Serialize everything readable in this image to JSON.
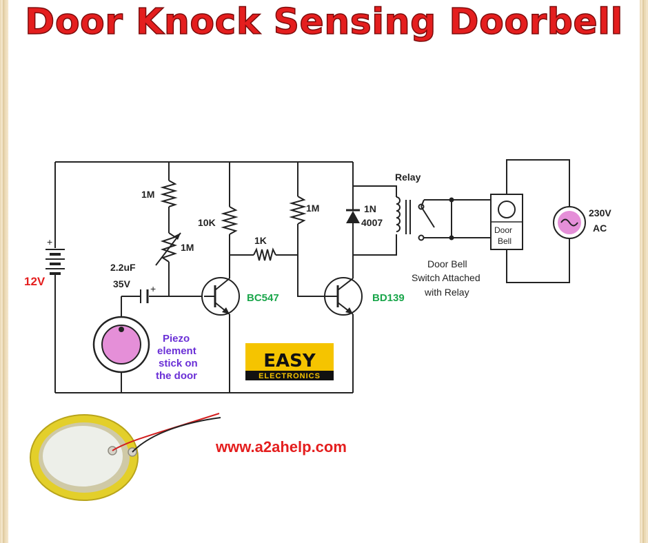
{
  "title": "Door Knock Sensing Doorbell",
  "labels": {
    "supply": "12V",
    "r1": "1M",
    "vr1": "1M",
    "c1_value": "2.2uF",
    "c1_voltage": "35V",
    "c1_plus": "+",
    "r2": "10K",
    "r3": "1K",
    "r4": "1M",
    "diode_line1": "1N",
    "diode_line2": "4007",
    "relay": "Relay",
    "q1": "BC547",
    "q2": "BD139",
    "switch_line1": "Door Bell",
    "switch_line2": "Switch Attached",
    "switch_line3": "with Relay",
    "bell_line1": "Door",
    "bell_line2": "Bell",
    "ac_line1": "230V",
    "ac_line2": "AC",
    "piezo_line1": "Piezo",
    "piezo_line2": "element",
    "piezo_line3": "stick on",
    "piezo_line4": "the door"
  },
  "logo": {
    "line1": "EASY",
    "line2": "ELECTRONICS"
  },
  "website": "www.a2ahelp.com",
  "colors": {
    "title": "#e41e1e",
    "supply_label": "#e41e1e",
    "transistor_labels": "#1aa64b",
    "piezo_label": "#6a2fd6",
    "piezo_fill": "#e58fd8",
    "logo_bg": "#f5c400",
    "website": "#e41e1e",
    "piezo_disc_rim": "#dccb1e"
  }
}
